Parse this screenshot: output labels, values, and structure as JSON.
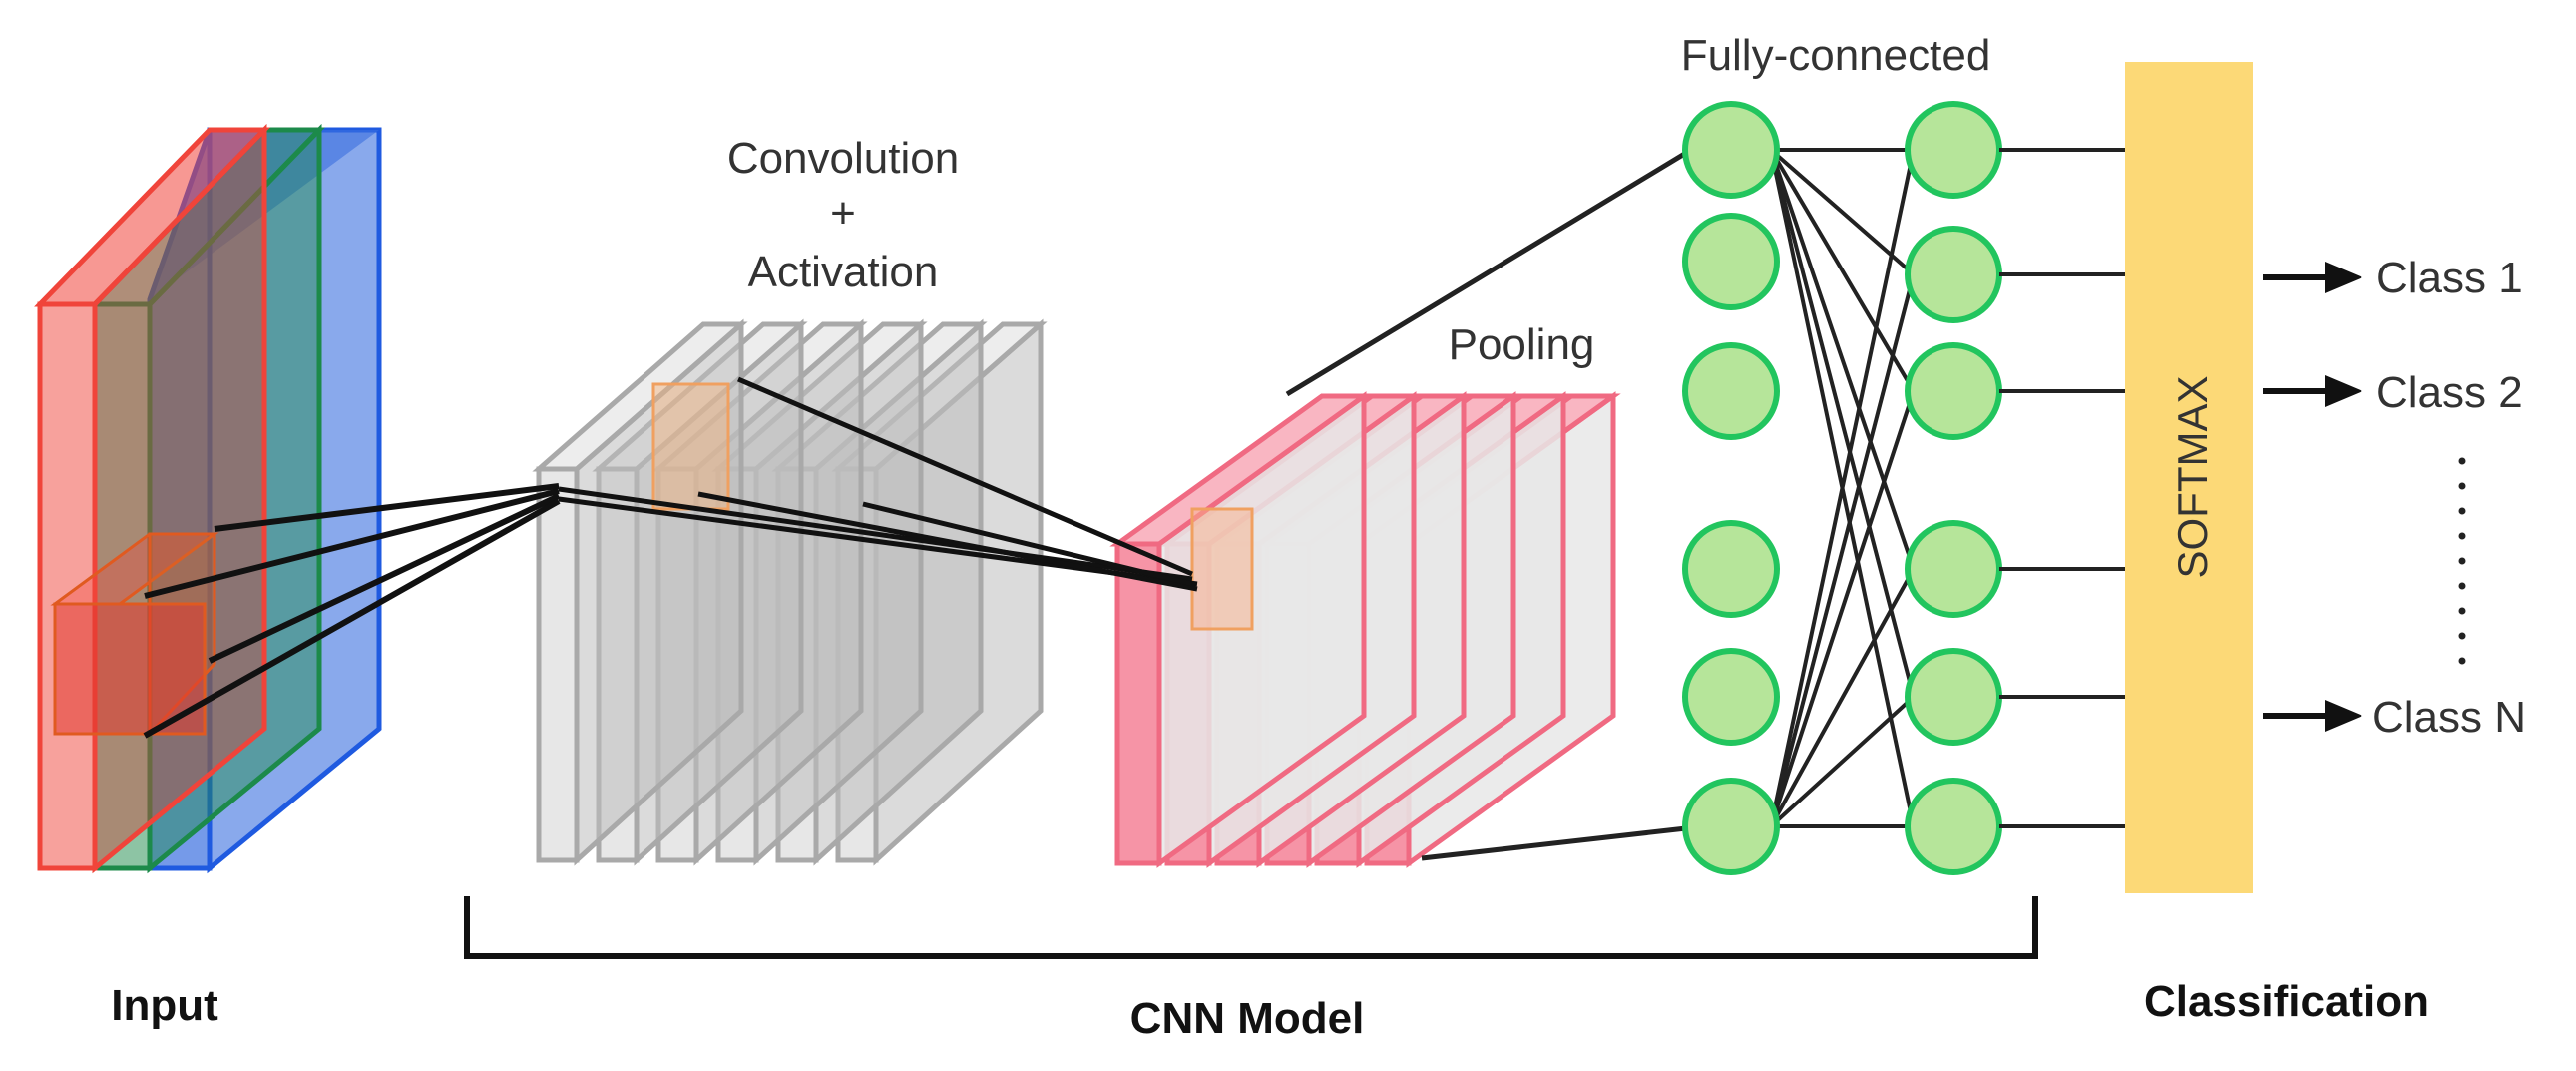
{
  "labels": {
    "input": "Input",
    "convolution": "Convolution",
    "plus": "+",
    "activation": "Activation",
    "pooling": "Pooling",
    "fully_connected": "Fully-connected",
    "cnn_model": "CNN Model",
    "classification": "Classification",
    "softmax": "SOFTMAX"
  },
  "classes": [
    "Class 1",
    "Class 2",
    "Class N"
  ],
  "ellipsis": "⋮",
  "colors": {
    "red": "#f0443a",
    "green": "#1c8a4a",
    "blue": "#3b6fe0",
    "gray": "#a9a9a9",
    "pink": "#f06a82",
    "node_fill": "#b6e59a",
    "node_stroke": "#22c55e",
    "softmax": "#fcd977",
    "line": "#222222"
  }
}
